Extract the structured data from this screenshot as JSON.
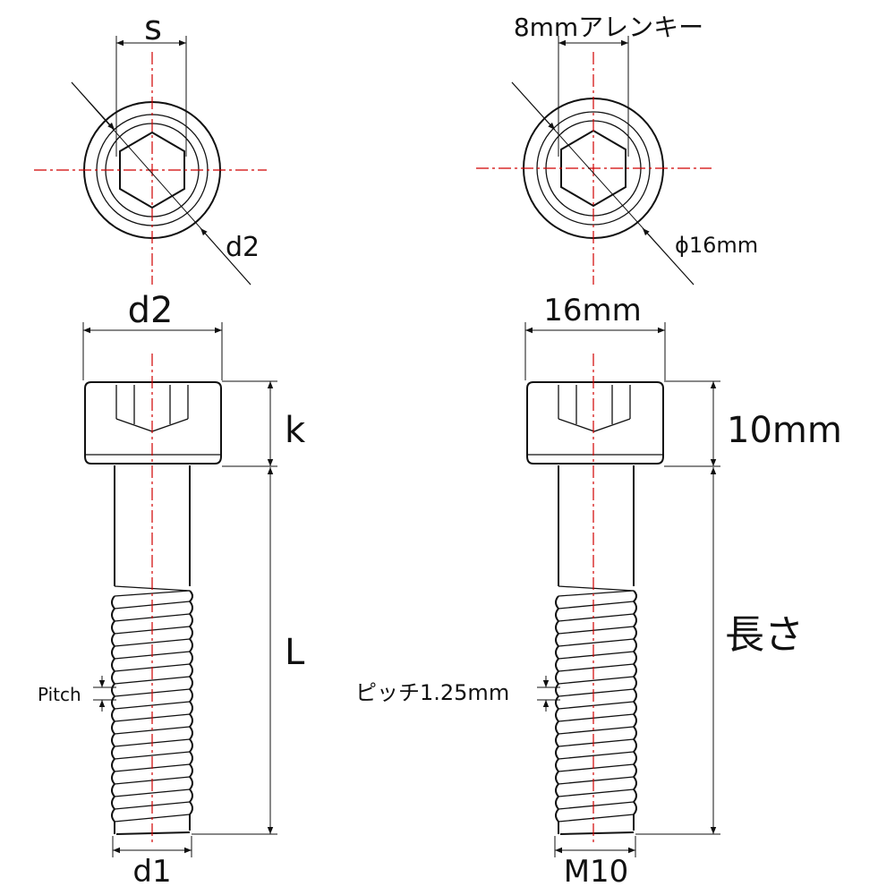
{
  "colors": {
    "line": "#111111",
    "centerline": "#d00000",
    "background": "#ffffff"
  },
  "left": {
    "top_width_label": "s",
    "top_diameter_label": "d2",
    "head_width_label": "d2",
    "head_height_label": "k",
    "length_label": "L",
    "pitch_label": "Pitch",
    "thread_diameter_label": "d1"
  },
  "right": {
    "top_width_label": "8mmアレンキー",
    "top_diameter_label": "ϕ16mm",
    "head_width_label": "16mm",
    "head_height_label": "10mm",
    "length_label": "長さ",
    "pitch_label": "ピッチ1.25mm",
    "thread_diameter_label": "M10"
  }
}
